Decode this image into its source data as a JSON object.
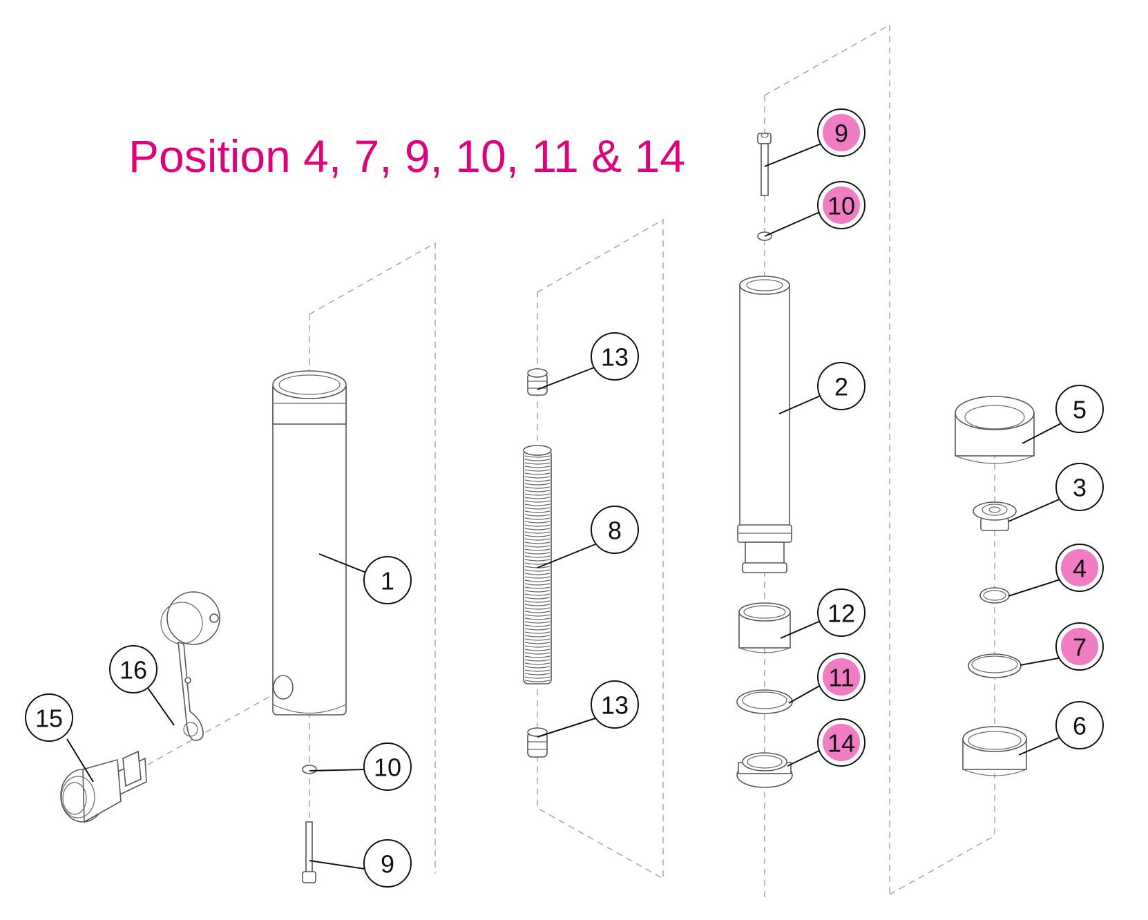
{
  "title": "Position 4, 7, 9, 10, 11 & 14",
  "colors": {
    "highlight_text": "#e0007a",
    "highlight_fill": "#f07cc4",
    "line": "#111111"
  },
  "callouts": [
    {
      "label": "9",
      "highlight": true
    },
    {
      "label": "10",
      "highlight": true
    },
    {
      "label": "2",
      "highlight": false
    },
    {
      "label": "12",
      "highlight": false
    },
    {
      "label": "11",
      "highlight": true
    },
    {
      "label": "14",
      "highlight": true
    },
    {
      "label": "13",
      "highlight": false
    },
    {
      "label": "8",
      "highlight": false
    },
    {
      "label": "13",
      "highlight": false
    },
    {
      "label": "1",
      "highlight": false
    },
    {
      "label": "10",
      "highlight": false
    },
    {
      "label": "9",
      "highlight": false
    },
    {
      "label": "16",
      "highlight": false
    },
    {
      "label": "15",
      "highlight": false
    },
    {
      "label": "5",
      "highlight": false
    },
    {
      "label": "3",
      "highlight": false
    },
    {
      "label": "4",
      "highlight": true
    },
    {
      "label": "7",
      "highlight": true
    },
    {
      "label": "6",
      "highlight": false
    }
  ]
}
